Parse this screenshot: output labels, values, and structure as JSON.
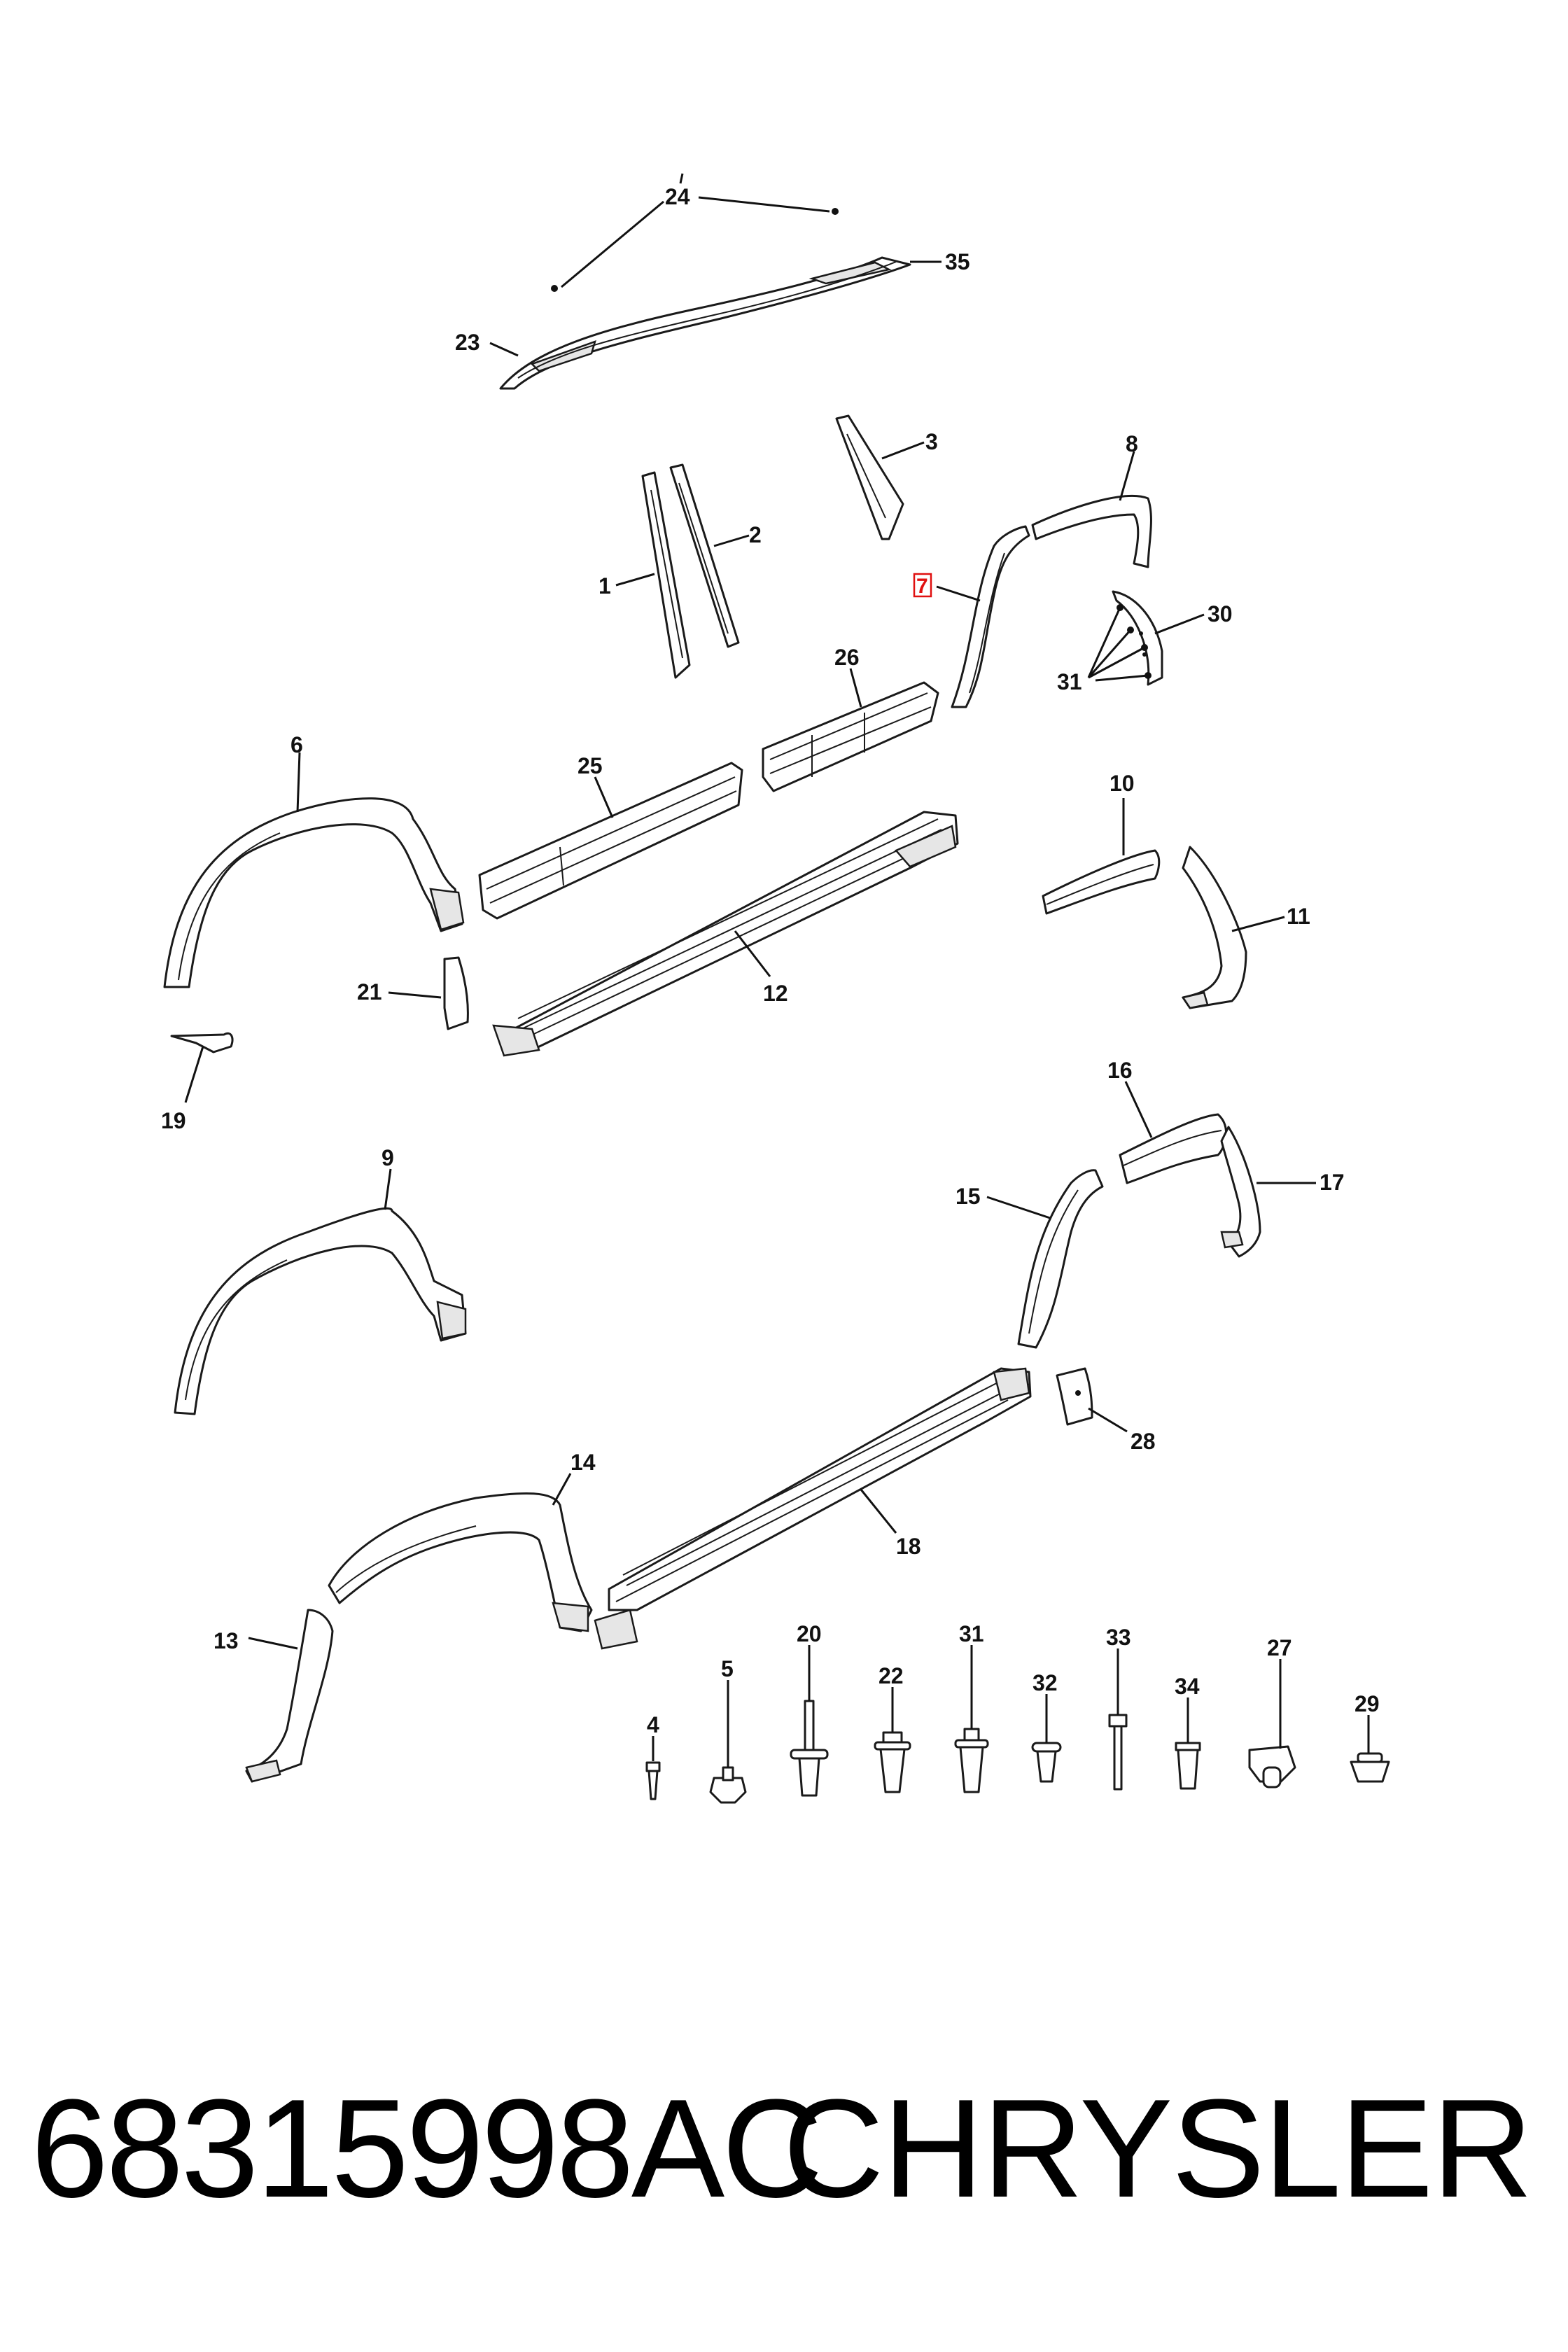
{
  "callouts": {
    "c1": "1",
    "c2": "2",
    "c3": "3",
    "c4": "4",
    "c5": "5",
    "c6": "6",
    "c7": "7",
    "c8": "8",
    "c9": "9",
    "c10": "10",
    "c11": "11",
    "c12": "12",
    "c13": "13",
    "c14": "14",
    "c15": "15",
    "c16": "16",
    "c17": "17",
    "c18": "18",
    "c19": "19",
    "c20": "20",
    "c21": "21",
    "c22": "22",
    "c23": "23",
    "c24": "24",
    "c25": "25",
    "c26": "26",
    "c27": "27",
    "c28": "28",
    "c29": "29",
    "c30": "30",
    "c31a": "31",
    "c31b": "31",
    "c32": "32",
    "c33": "33",
    "c34": "34",
    "c35": "35"
  },
  "highlight_color": "#e01010",
  "footer": {
    "part_number": "68315998AC",
    "brand": "CHRYSLER"
  }
}
